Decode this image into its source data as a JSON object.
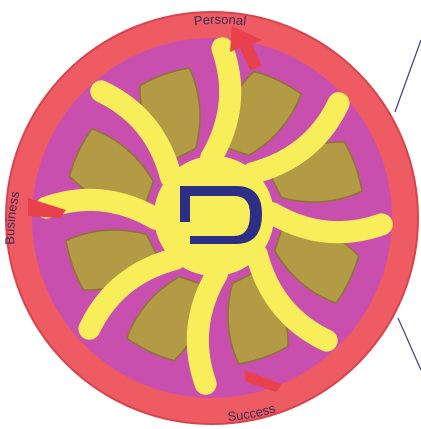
{
  "diagram": {
    "colors": {
      "background": "#ffffff",
      "outer_ring": "#ee5b62",
      "ring_border": "#d8434c",
      "inner_field": "#c94fae",
      "arms": "#f7ee5a",
      "segments": "#b39a45",
      "segment_shade": "#8c7630",
      "hub_logo": "#2d2f86",
      "arrows": "#e8404c",
      "lines": "#3b3f8a"
    },
    "ring_labels": [
      {
        "id": "top",
        "text": "Personal"
      },
      {
        "id": "left",
        "text": "Business"
      },
      {
        "id": "bottom",
        "text": "Success"
      }
    ],
    "segment_labels": [
      "",
      "",
      "",
      "",
      "",
      "",
      "",
      ""
    ],
    "hub": {
      "logo": "stylized-d-logo"
    },
    "arms_count": 8
  }
}
